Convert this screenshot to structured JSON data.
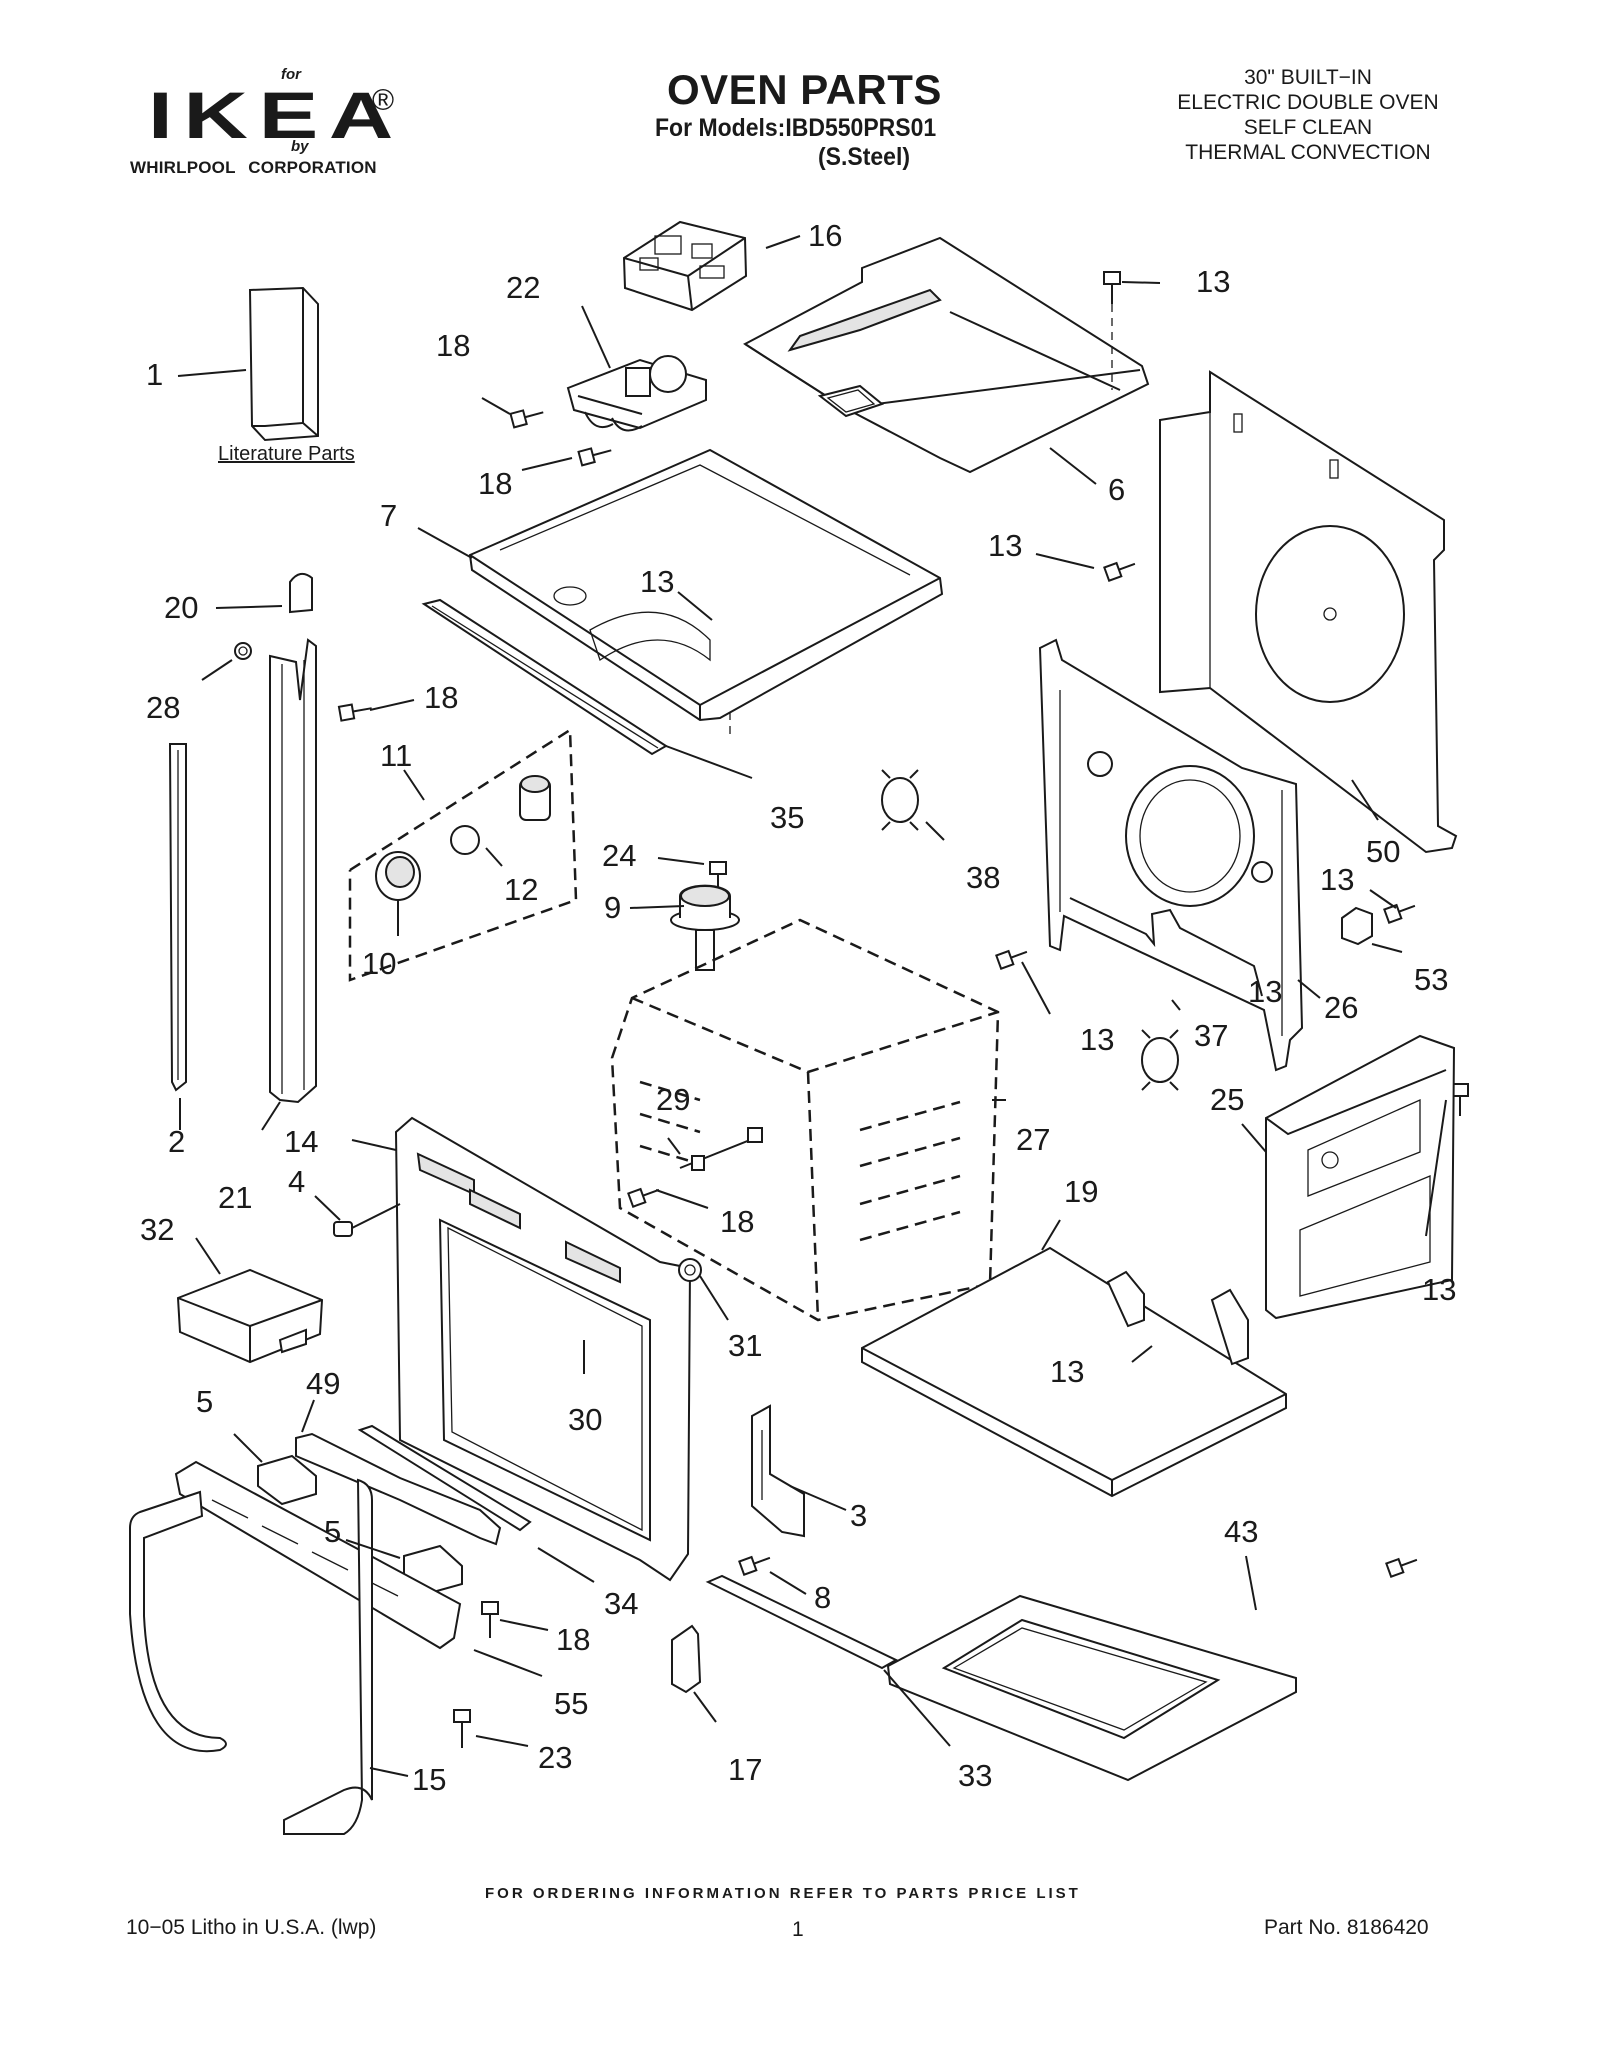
{
  "header": {
    "brand_for": "for",
    "brand": "IKEA",
    "brand_reg": "®",
    "brand_by": "by",
    "corporation": "WHIRLPOOL CORPORATION",
    "title": "OVEN PARTS",
    "models": "For Models:IBD550PRS01",
    "finish": "(S.Steel)",
    "description": [
      "30\" BUILT−IN",
      "ELECTRIC DOUBLE OVEN",
      "SELF CLEAN",
      "THERMAL CONVECTION"
    ]
  },
  "literature_label": "Literature Parts",
  "callouts": [
    "1",
    "2",
    "3",
    "4",
    "5",
    "5",
    "6",
    "7",
    "8",
    "9",
    "10",
    "11",
    "12",
    "13",
    "13",
    "13",
    "13",
    "13",
    "13",
    "13",
    "13",
    "14",
    "15",
    "16",
    "17",
    "18",
    "18",
    "18",
    "18",
    "18",
    "19",
    "20",
    "21",
    "22",
    "23",
    "24",
    "25",
    "26",
    "27",
    "28",
    "29",
    "30",
    "31",
    "32",
    "33",
    "34",
    "35",
    "37",
    "38",
    "43",
    "49",
    "50",
    "53",
    "55"
  ],
  "footer": {
    "ordering_note": "FOR ORDERING INFORMATION REFER TO PARTS PRICE LIST",
    "litho": "10−05 Litho in U.S.A. (lwp)",
    "page_number": "1",
    "part_number": "Part No. 8186420"
  }
}
